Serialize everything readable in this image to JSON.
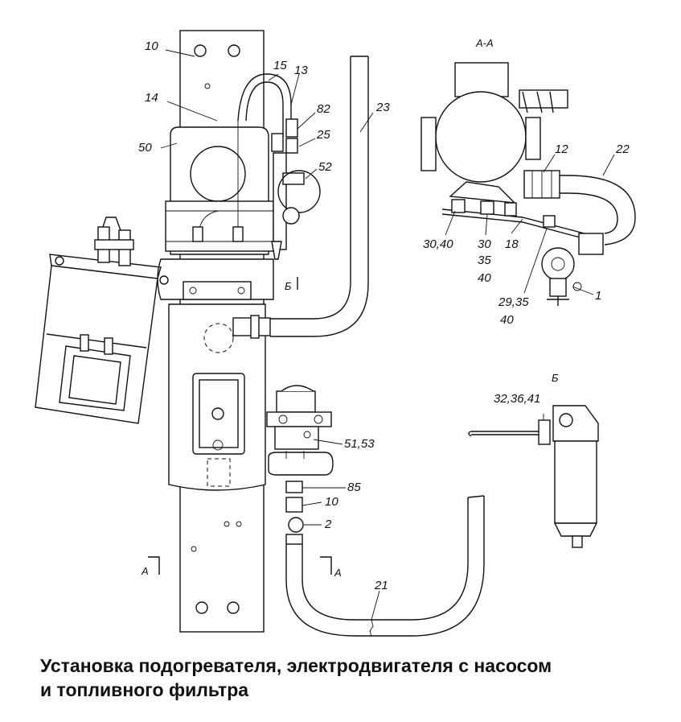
{
  "caption": {
    "line1": "Установка подогревателя, электродвигателя с насосом",
    "line2": "и топливного фильтра"
  },
  "sections": {
    "aa": "А-А",
    "b": "Б",
    "b_mark": "Б",
    "a_mark_left": "А",
    "a_mark_right": "А"
  },
  "labels": {
    "l10_top": "10",
    "l15": "15",
    "l13": "13",
    "l14": "14",
    "l82": "82",
    "l25": "25",
    "l50": "50",
    "l23": "23",
    "l52": "52",
    "l51_53": "51,53",
    "l85": "85",
    "l10_mid": "10",
    "l2": "2",
    "l21": "21",
    "l12": "12",
    "l22": "22",
    "l30_40": "30,40",
    "l30": "30",
    "l35": "35",
    "l40": "40",
    "l18": "18",
    "l29_35": "29,35",
    "l40b": "40",
    "l1": "1",
    "l32_36_41": "32,36,41"
  }
}
